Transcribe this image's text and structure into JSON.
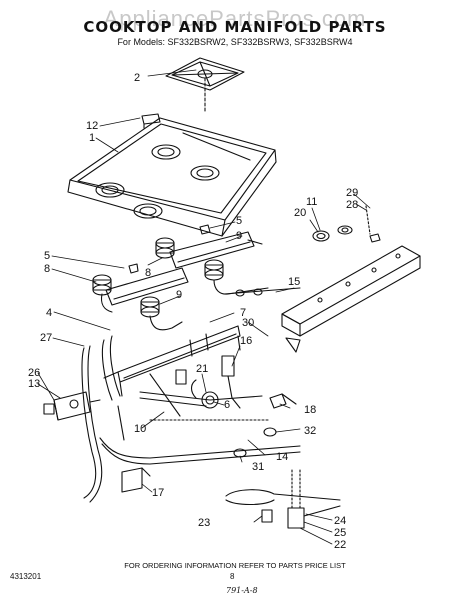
{
  "header": {
    "watermark": "AppliancePartsPros.com",
    "title": "COOKTOP AND MANIFOLD PARTS",
    "subtitle": "For Models: SF332BSRW2, SF332BSRW3, SF332BSRW4"
  },
  "callouts": {
    "c1": "1",
    "c2": "2",
    "c4": "4",
    "c5a": "5",
    "c5b": "5",
    "c6": "6",
    "c7": "7",
    "c8a": "8",
    "c8b": "8",
    "c9a": "9",
    "c9b": "9",
    "c10": "10",
    "c11": "11",
    "c12": "12",
    "c13": "13",
    "c14": "14",
    "c15": "15",
    "c16": "16",
    "c17": "17",
    "c18": "18",
    "c20": "20",
    "c21": "21",
    "c22": "22",
    "c23": "23",
    "c24": "24",
    "c25": "25",
    "c26": "26",
    "c27": "27",
    "c28": "28",
    "c29": "29",
    "c30": "30",
    "c31": "31",
    "c32": "32"
  },
  "footer": {
    "doc_number": "4313201",
    "ordering_note": "FOR ORDERING INFORMATION REFER TO PARTS PRICE LIST",
    "page_number": "8",
    "handwritten": "791-A-8"
  }
}
